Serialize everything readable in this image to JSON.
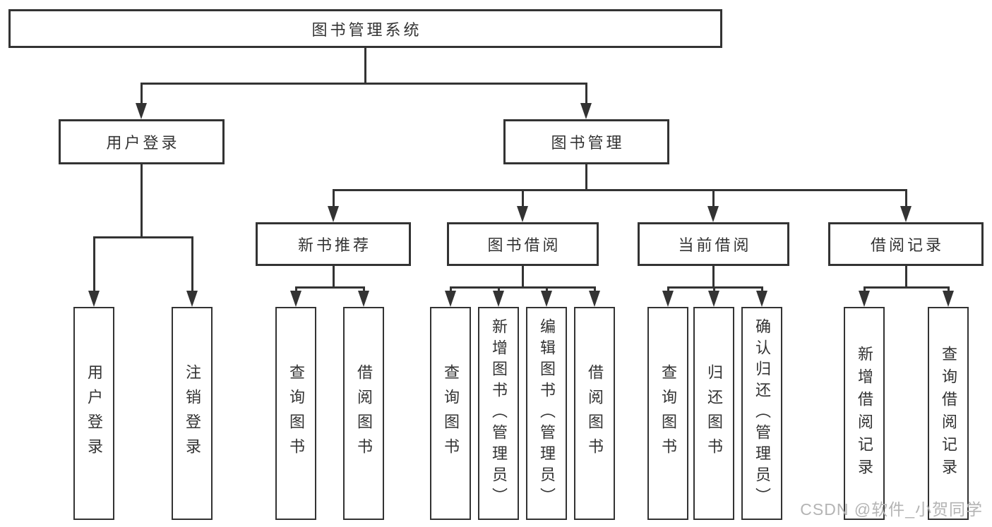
{
  "tree": {
    "root": "图书管理系统",
    "branches": [
      {
        "label": "用户登录",
        "children": [
          {
            "label": "用户登录"
          },
          {
            "label": "注销登录"
          }
        ]
      },
      {
        "label": "图书管理",
        "children": [
          {
            "label": "新书推荐",
            "children": [
              {
                "label": "查询图书"
              },
              {
                "label": "借阅图书"
              }
            ]
          },
          {
            "label": "图书借阅",
            "children": [
              {
                "label": "查询图书"
              },
              {
                "label": "新增图书（管理员）"
              },
              {
                "label": "编辑图书（管理员）"
              },
              {
                "label": "借阅图书"
              }
            ]
          },
          {
            "label": "当前借阅",
            "children": [
              {
                "label": "查询图书"
              },
              {
                "label": "归还图书"
              },
              {
                "label": "确认归还（管理员）"
              }
            ]
          },
          {
            "label": "借阅记录",
            "children": [
              {
                "label": "新增借阅记录"
              },
              {
                "label": "查询借阅记录"
              }
            ]
          }
        ]
      }
    ],
    "watermark": "CSDN @软件_小贺同学",
    "colors": {
      "line": "#333333",
      "text": "#333333",
      "box_background": "#ffffff",
      "watermark": "#b4b4b4",
      "background": "#ffffff"
    }
  }
}
